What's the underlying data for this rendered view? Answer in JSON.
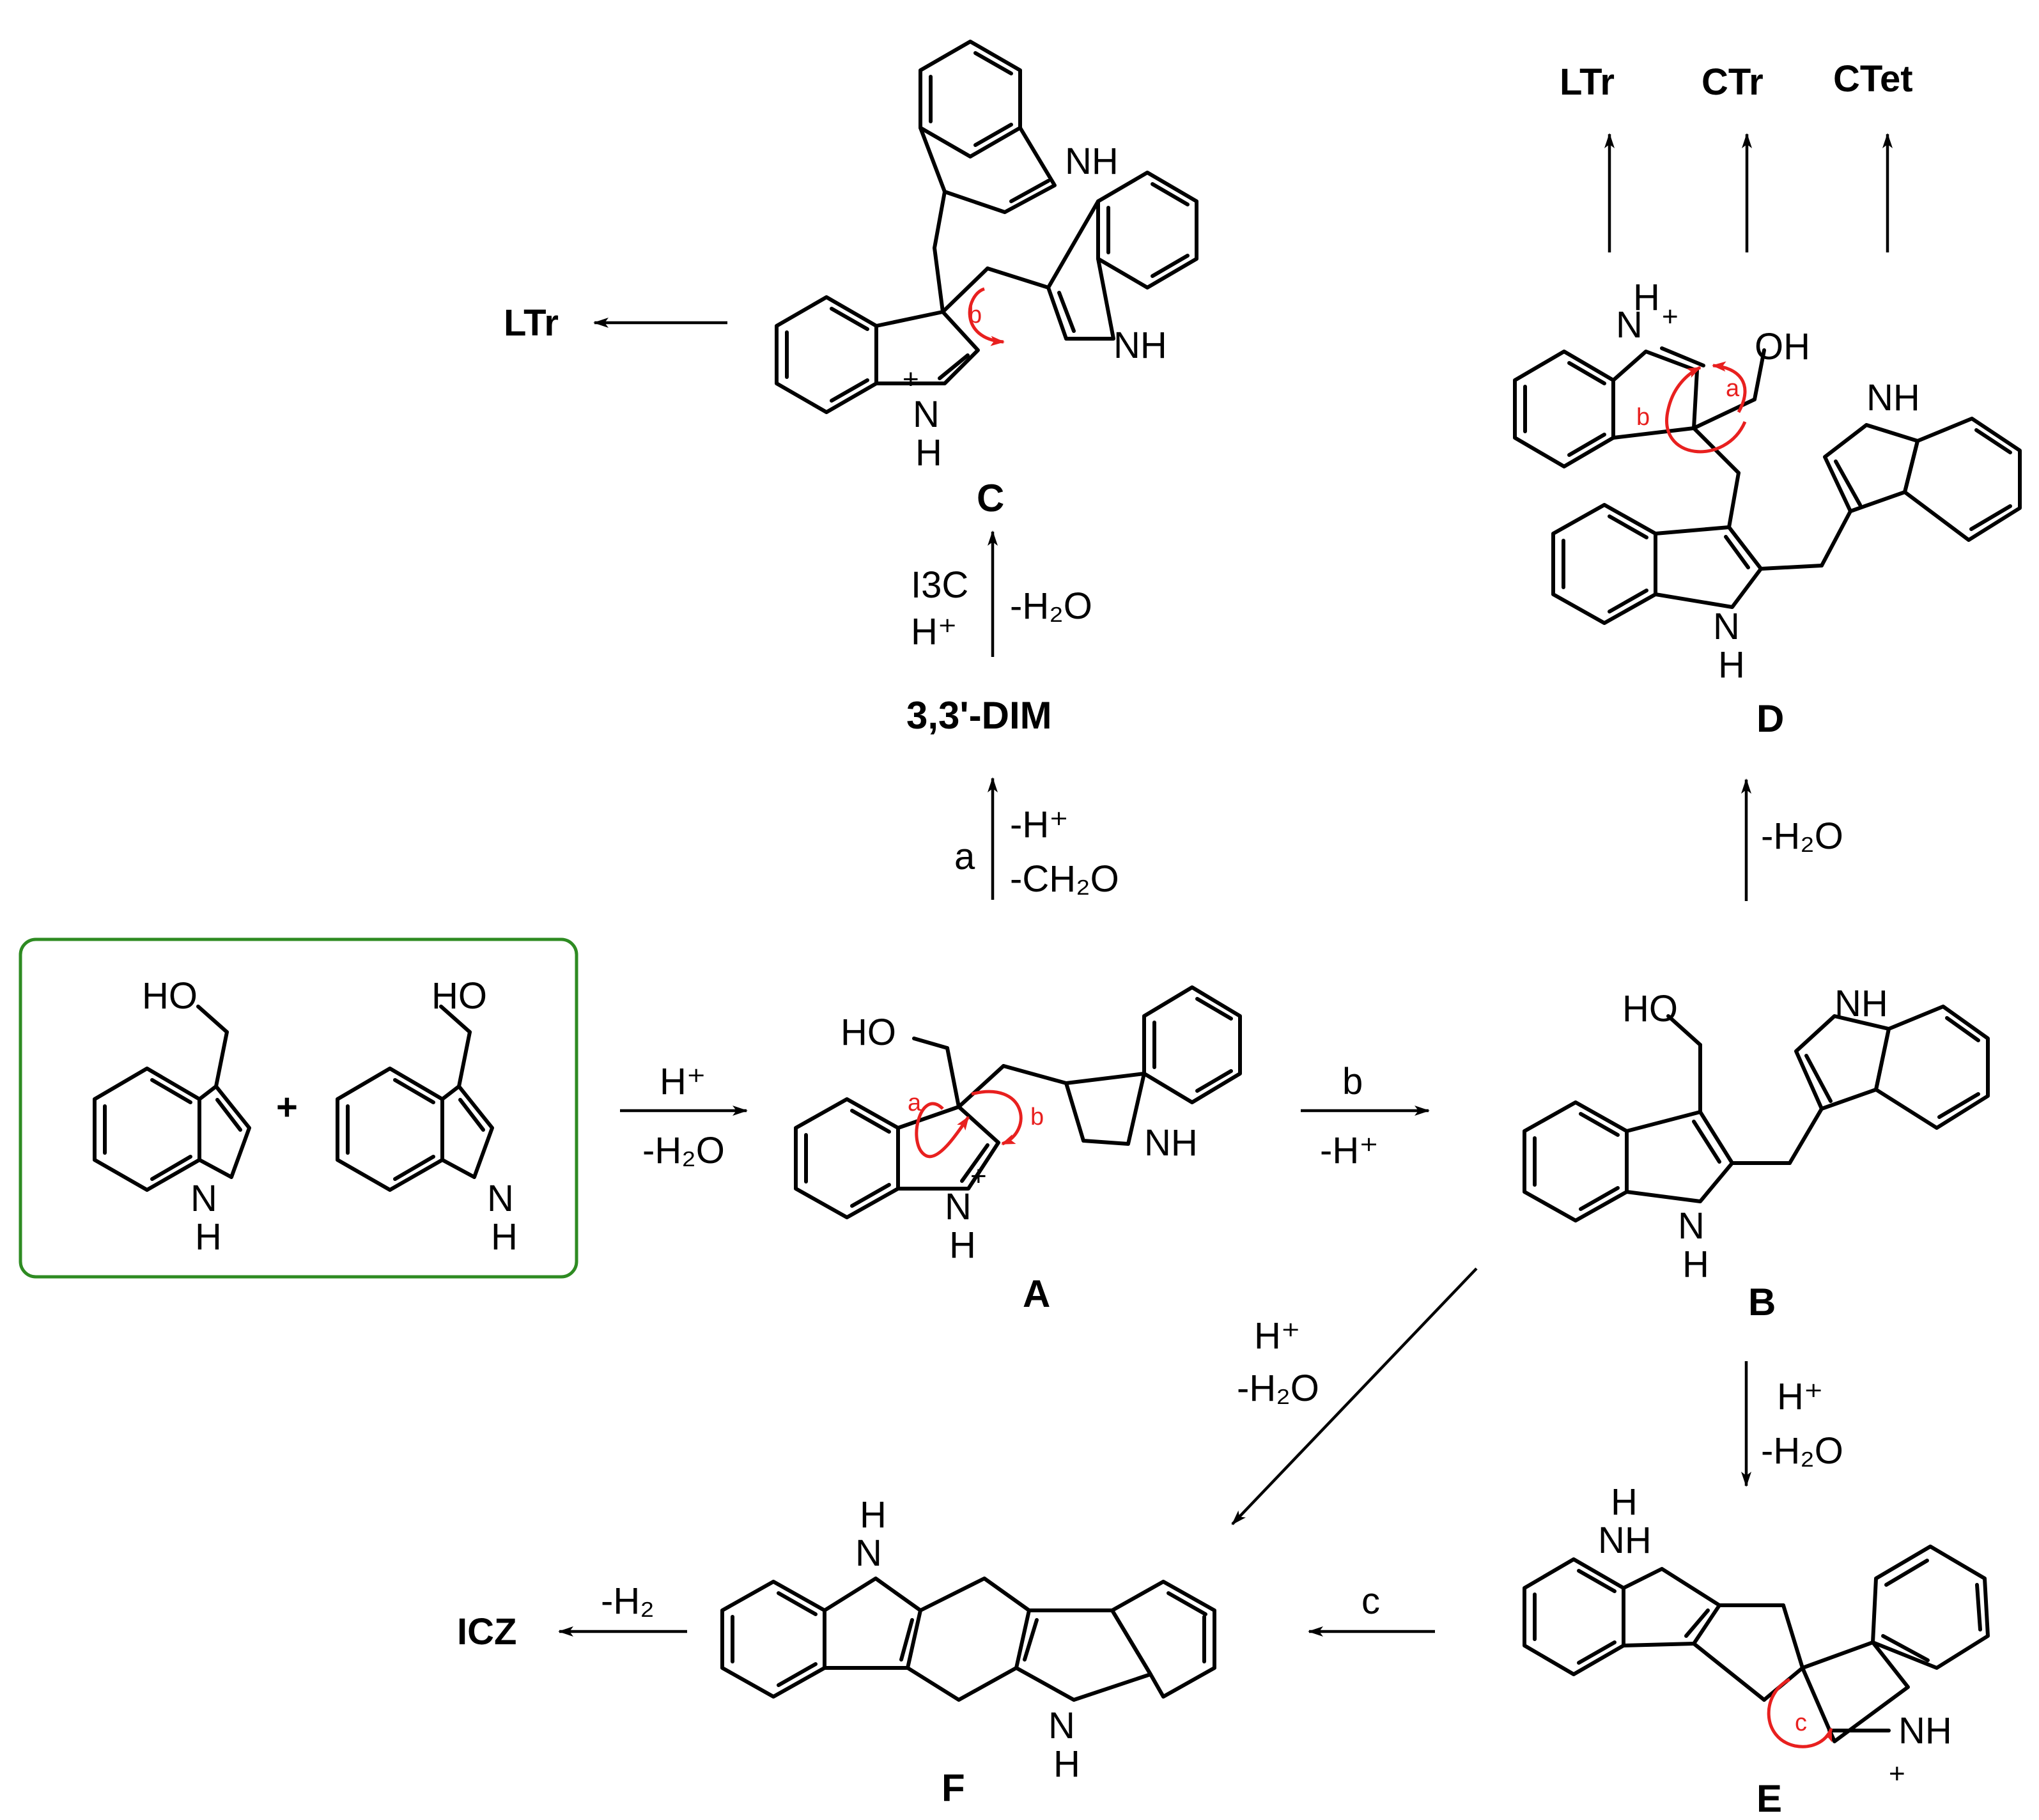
{
  "scheme": {
    "plus": "+"
  },
  "labels": {
    "A": "A",
    "B": "B",
    "C": "C",
    "D": "D",
    "E": "E",
    "F": "F",
    "DIM": "3,3'-DIM"
  },
  "products": {
    "LTr": "LTr",
    "CTr": "CTr",
    "CTet": "CTet",
    "ICZ": "ICZ"
  },
  "conditions": {
    "box_to_A": {
      "line1": "H⁺",
      "line2": "-H₂O"
    },
    "A_to_DIM": {
      "path": "a",
      "line1": "-H⁺",
      "line2": "-CH₂O"
    },
    "DIM_to_C": {
      "line1": "I3C",
      "line2": "H⁺",
      "line3": "-H₂O"
    },
    "A_to_B": {
      "path": "b",
      "line1": "-H⁺"
    },
    "B_to_D": {
      "line1": "-H₂O"
    },
    "B_to_E": {
      "line1": "H⁺",
      "line2": "-H₂O"
    },
    "B_to_F": {
      "line1": "H⁺",
      "line2": "-H₂O"
    },
    "E_to_F": {
      "path": "c"
    },
    "F_to_ICZ": {
      "line1": "-H₂"
    }
  },
  "structures": {
    "i3c": {
      "ho": "HO",
      "n": "N",
      "h": "H"
    },
    "A": {
      "ho": "HO",
      "nh": "NH",
      "n": "N",
      "h": "H",
      "charge": "+",
      "arrow_a": "a",
      "arrow_b": "b"
    },
    "B": {
      "ho": "HO",
      "nh": "NH",
      "n": "N",
      "h": "H"
    },
    "C": {
      "nh": "NH",
      "n": "N",
      "h": "H",
      "charge": "+",
      "arrow_b": "b"
    },
    "D": {
      "n": "N",
      "h": "H",
      "oh": "OH",
      "nh": "NH",
      "charge": "+",
      "arrow_a": "a",
      "arrow_b": "b"
    },
    "E": {
      "nh": "NH",
      "h": "H",
      "charge": "+",
      "arrow_c": "c"
    },
    "F": {
      "nh": "N",
      "h": "H"
    }
  },
  "colors": {
    "box_border": "#2e8b22",
    "curly_arrow": "#e8201f"
  }
}
